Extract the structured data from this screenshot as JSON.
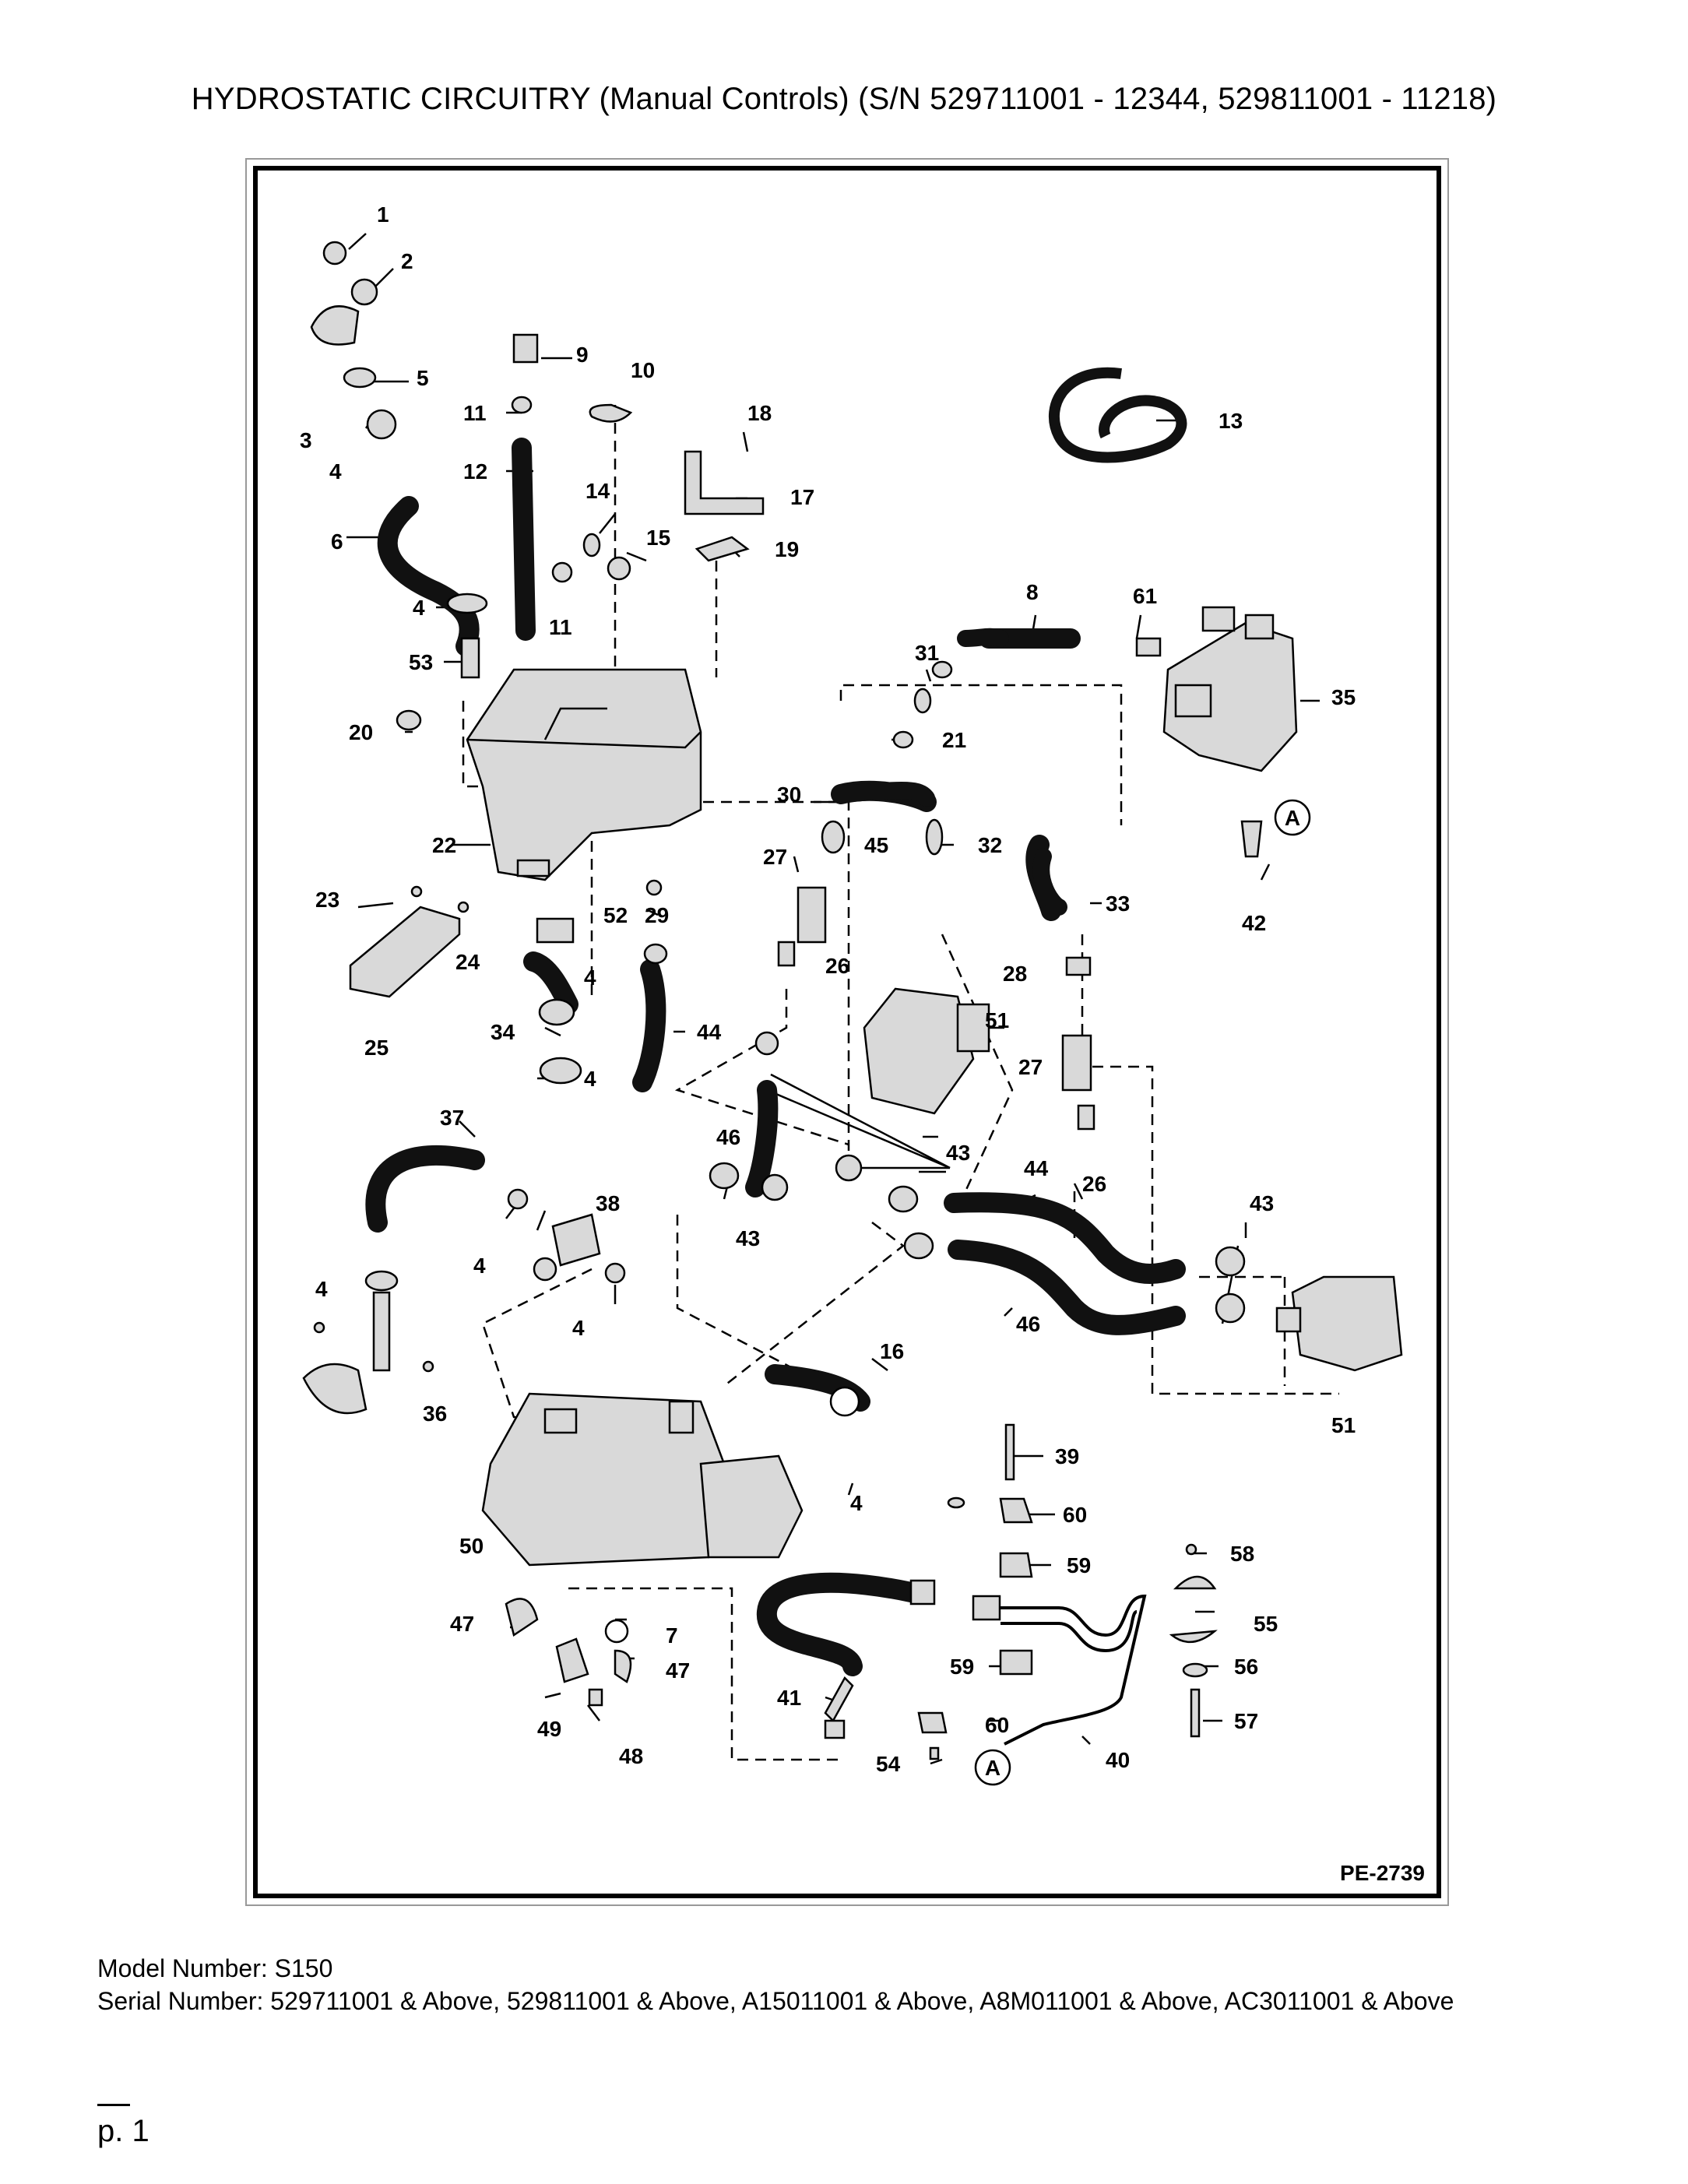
{
  "title": "HYDROSTATIC CIRCUITRY (Manual Controls) (S/N 529711001 - 12344, 529811001 - 11218)",
  "diagram": {
    "ref_code": "PE-2739",
    "callouts": [
      "1",
      "2",
      "3",
      "4",
      "5",
      "6",
      "4",
      "53",
      "20",
      "22",
      "23",
      "24",
      "25",
      "9",
      "10",
      "11",
      "12",
      "11",
      "14",
      "15",
      "18",
      "17",
      "19",
      "13",
      "8",
      "61",
      "35",
      "31",
      "21",
      "30",
      "45",
      "32",
      "27",
      "26",
      "33",
      "42",
      "28",
      "27",
      "26",
      "52",
      "29",
      "4",
      "34",
      "4",
      "44",
      "51",
      "46",
      "43",
      "43",
      "44",
      "43",
      "37",
      "38",
      "4",
      "4",
      "4",
      "36",
      "16",
      "4",
      "50",
      "39",
      "60",
      "59",
      "58",
      "55",
      "56",
      "57",
      "47",
      "7",
      "47",
      "49",
      "48",
      "41",
      "59",
      "60",
      "54",
      "40",
      "51",
      "46",
      "A",
      "A"
    ],
    "marker_label": "A",
    "colors": {
      "line": "#000000",
      "hose": "#111111",
      "part_fill": "#d9d9d9"
    }
  },
  "footer": {
    "model_line": "Model Number: S150",
    "serial_line": "Serial Number: 529711001 & Above, 529811001 & Above, A15011001 & Above, A8M011001 & Above, AC3011001 & Above"
  },
  "page": {
    "label": "p. 1"
  }
}
